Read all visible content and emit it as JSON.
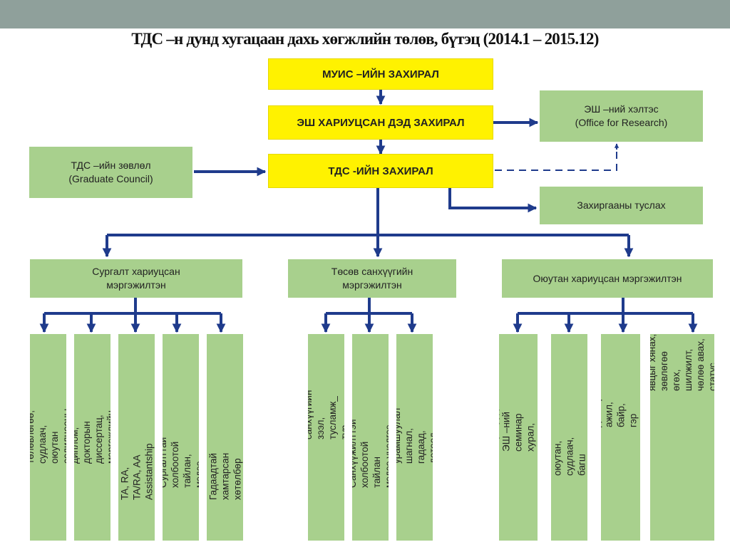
{
  "title": "ТДС –н дунд хугацаан дахь хөгжлийн төлөв, бүтэц (2014.1 – 2015.12)",
  "colors": {
    "header_bar": "#8fa09b",
    "leadership": "#fff200",
    "unit": "#a8d08d",
    "connector": "#1f3b8c"
  },
  "leadership": {
    "president": "МУИС –ИЙН ЗАХИРАЛ",
    "vice_director": "ЭШ ХАРИУЦСАН ДЭД ЗАХИРАЛ",
    "graduate_director": "ТДС -ИЙН ЗАХИРАЛ"
  },
  "side_units": {
    "research_office": "ЭШ –ний хэлтэс\n(Office for Research)",
    "graduate_council": "ТДС –ийн зөвлөл\n(Graduate Council)",
    "admin_assistant": "Захиргааны туслах"
  },
  "specialists": [
    {
      "label": "Сургалт хариуцсан\nмэргэжилтэн",
      "tasks": [
        "Сургалтын төлөвлөгөө, судлаач,\nоюутан солилцооны хөтөлбөрүүд",
        "Магистрын диплом, докторын\nдиссертац, мэргэжлийн зэрэг олгох",
        "TA, RA, TA/RA, AA Assistantship",
        "Сургалттай холбоотой тайлан,\nмэдээ",
        "Гадаадтай хамтарсан хөтөлбөр"
      ]
    },
    {
      "label": "Төсөв санхүүгийн\nмэргэжилтэн",
      "tasks": [
        "Төсөв, зардал, санхүүгийн зээл,\nтусламж_ тур ажиллуулах гэрээ",
        "Санхүүжилттэй холбоотой тайлан\nмэдээ үнэлгээ",
        "Тэтгэлэг, урамшуулал шагнал,\nгадаад, дотоод томилолт"
      ]
    },
    {
      "label": "Оюутан хариуцсан мэргэжилтэн",
      "tasks": [
        "ТДС –ийн оюутнуудын ЭШ –ний\nсеминар хурал, хэвлэл мэдээлэл",
        "Гадаад оюутан, судлаач, багш\nхариуцсан",
        "Оюутны хөгжил, давхар ажил, байр,\nгэр бүлтэй холбоотой асуудал",
        "Оюутнуудын сургалт, судалгааны\nявцыг хянах, зөвлөгөө өгөх,\nшилжилт, чөлөө авах, статус\nсэргээх, тодорхойлолт гаргах"
      ]
    }
  ]
}
